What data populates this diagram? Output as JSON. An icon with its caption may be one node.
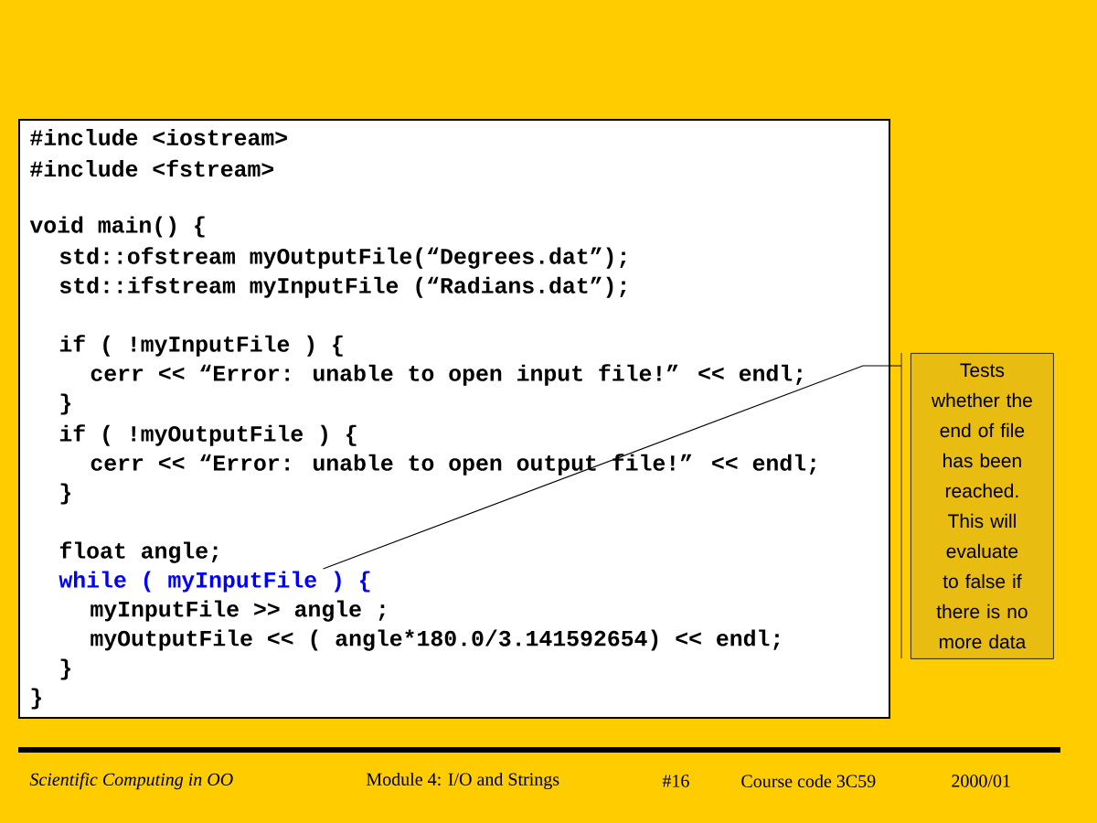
{
  "diagram": {
    "nodes": [
      {
        "text": [
          "#include <iostream>",
          "#include <fstream>",
          "void main() {",
          "std::ofstream myOutputFile(“Degrees.dat”);",
          "std::ifstream myInputFile (“Radians.dat”);",
          "if ( !myInputFile ) {",
          "cerr << “Error: unable to open input file!” << endl;",
          "}",
          "if ( !myOutputFile ) {",
          "cerr << “Error: unable to open output file!” << endl;",
          "}",
          "float angle;",
          "myInputFile >> angle ;",
          "myOutputFile << ( angle*180.0/3.141592654) << endl;",
          "}",
          "}"
        ]
      },
      {
        "text": [
          "while ( myInputFile ) {"
        ],
        "in": 0
      },
      {
        "text": [
          "Tests whether the end of file has been reached. This will evaluate to false if there is no more data"
        ]
      }
    ],
    "edges": [
      {
        "from": 2,
        "to": 1,
        "arrow": "none"
      }
    ],
    "labels": [
      "Scientific Computing in OO",
      "Module 4:  I/O and Strings",
      "#16",
      "Course code 3C59",
      "2000/01"
    ]
  }
}
